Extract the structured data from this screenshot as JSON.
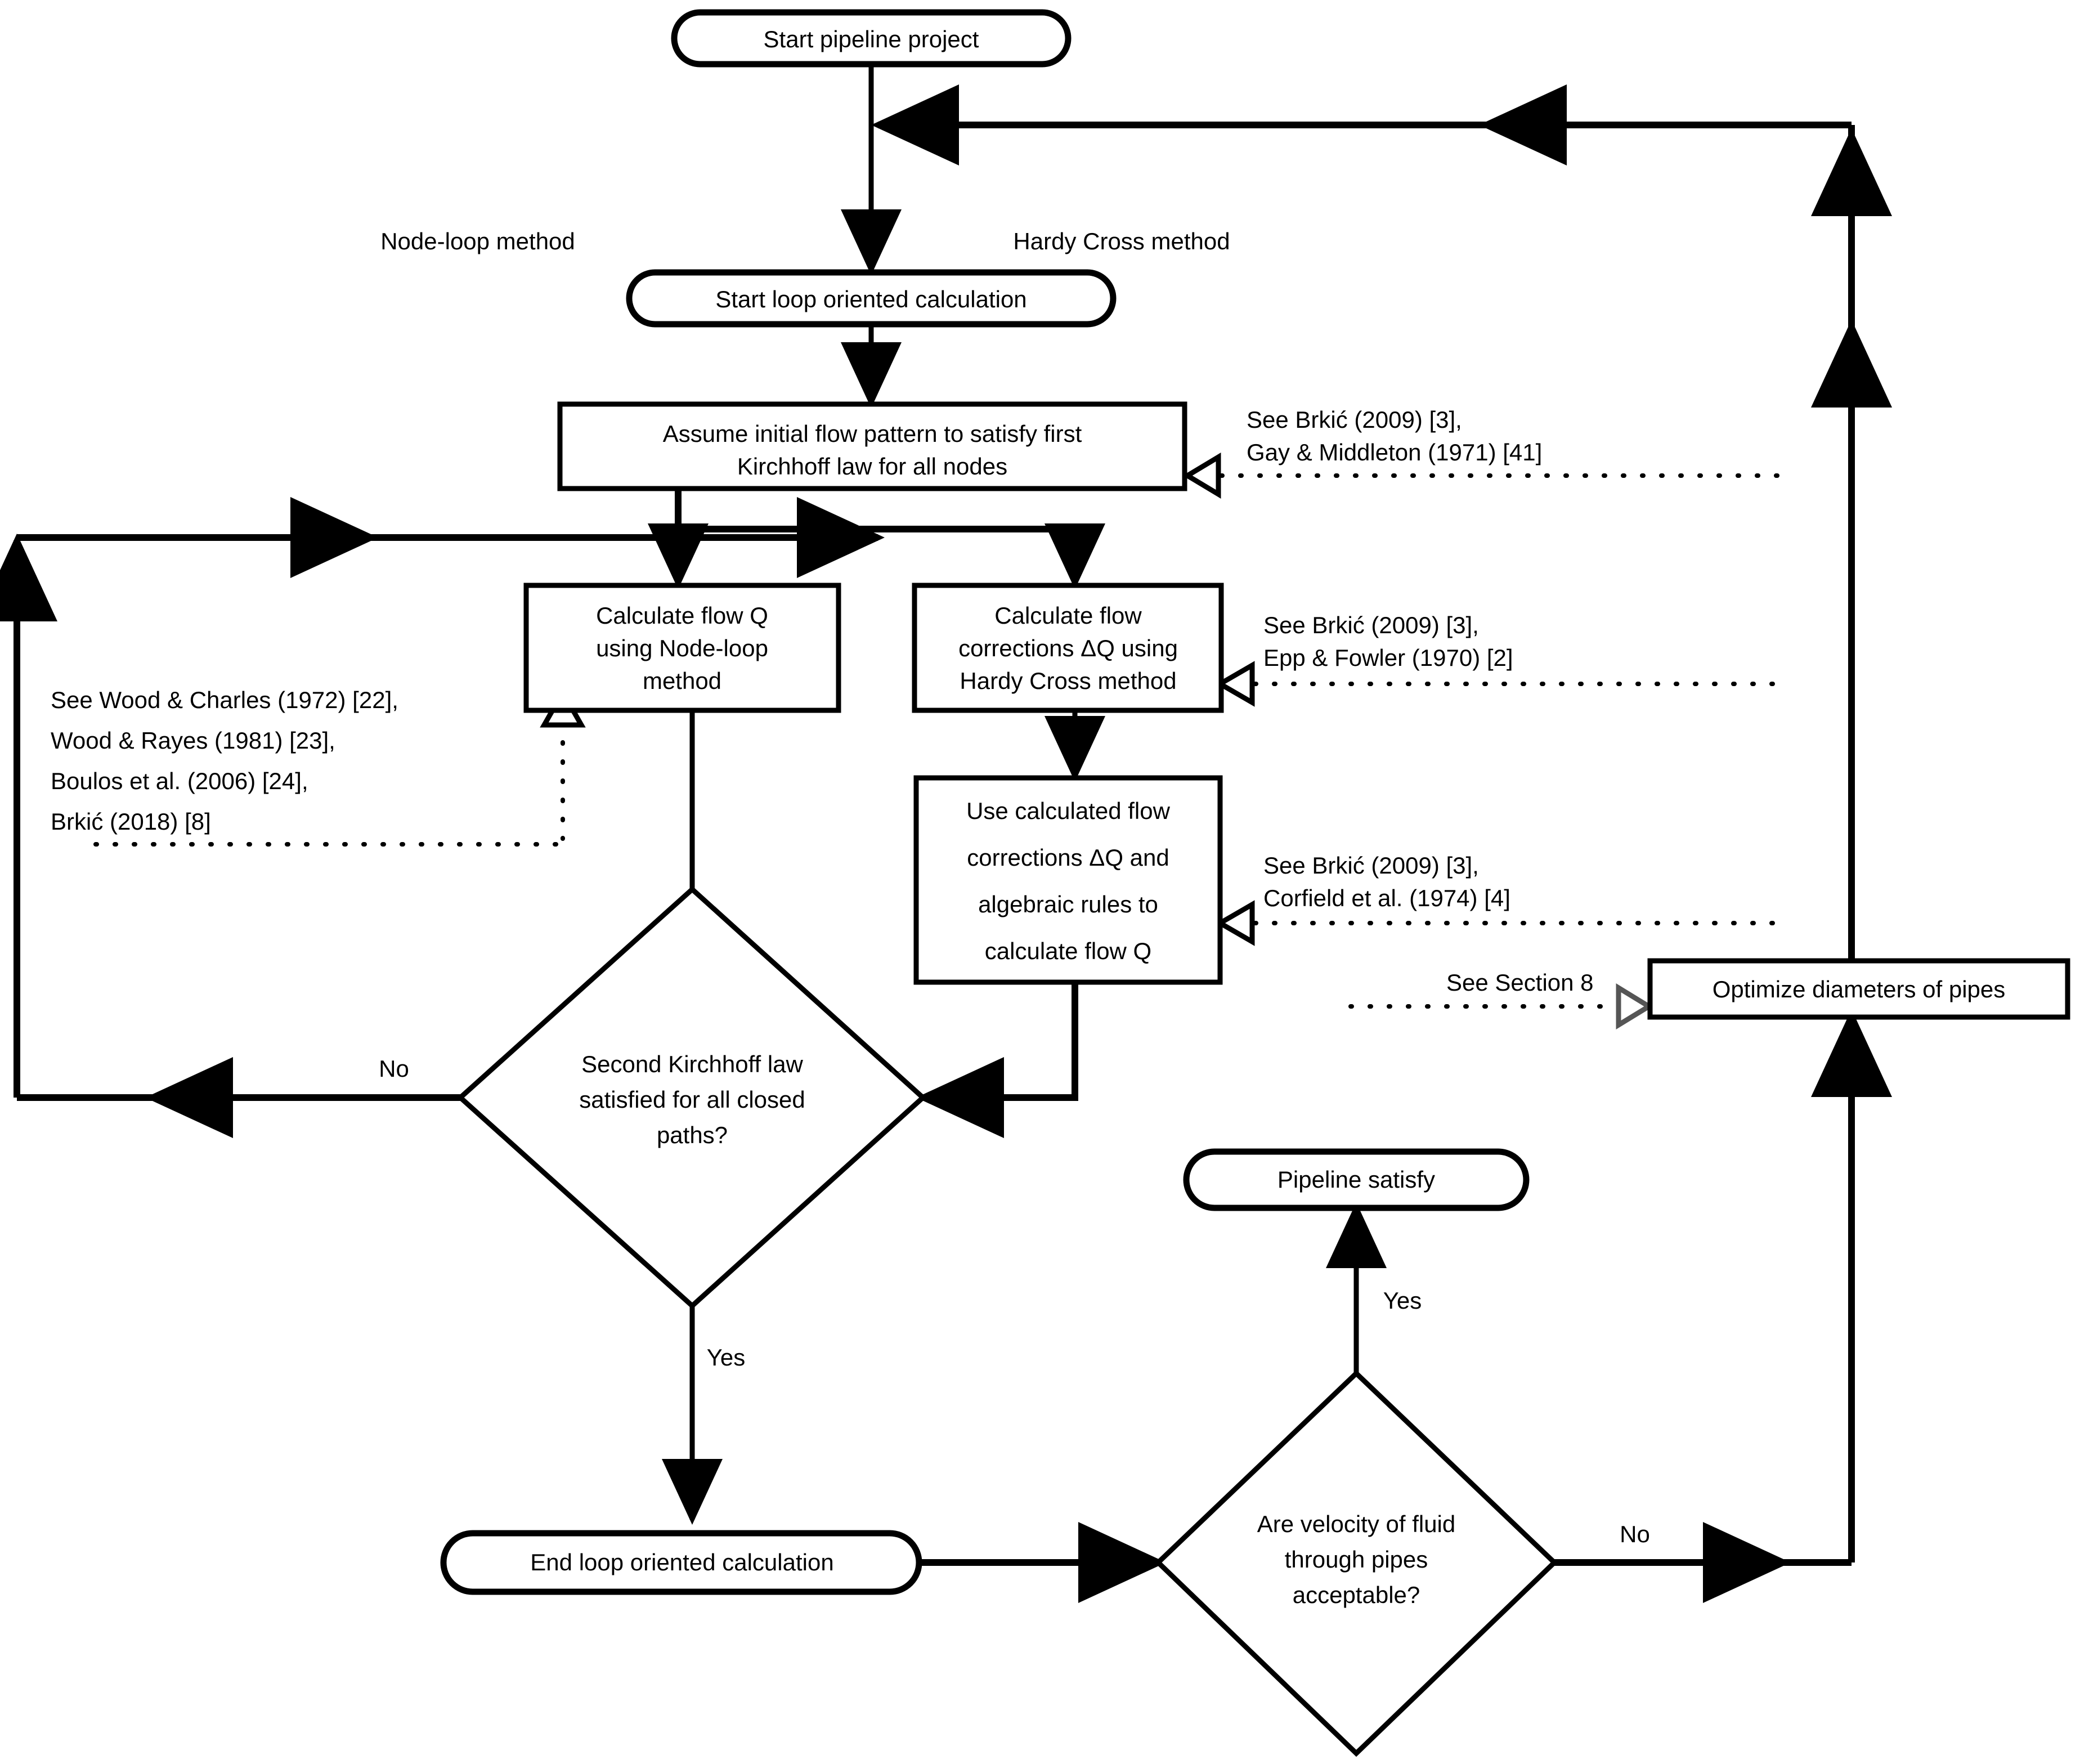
{
  "diagram": {
    "title": "Pipeline network hydraulic calculation flowchart",
    "stroke_color": "#000000",
    "fill_color": "#ffffff",
    "grey_accent": "#555555"
  },
  "nodes": {
    "start_project": {
      "label": "Start pipeline project",
      "shape": "terminator"
    },
    "start_loop": {
      "label": "Start loop oriented calculation",
      "shape": "terminator"
    },
    "assume_flow": {
      "line1": "Assume initial flow pattern to satisfy first",
      "line2": "Kirchhoff law for all nodes",
      "shape": "process"
    },
    "calc_nodeloop": {
      "line1": "Calculate flow Q",
      "line2": "using Node-loop",
      "line3": "method",
      "shape": "process"
    },
    "calc_hardycross": {
      "line1": "Calculate flow",
      "line2": "corrections ΔQ using",
      "line3": "Hardy Cross method",
      "shape": "process"
    },
    "use_corrections": {
      "line1": "Use calculated flow",
      "line2": "corrections ΔQ and",
      "line3": "algebraic rules to",
      "line4": "calculate flow Q",
      "shape": "process"
    },
    "second_kirchhoff": {
      "line1": "Second Kirchhoff law",
      "line2": "satisfied for all closed",
      "line3": "paths?",
      "shape": "decision"
    },
    "end_loop": {
      "label": "End loop oriented calculation",
      "shape": "terminator"
    },
    "velocity_check": {
      "line1": "Are velocity of fluid",
      "line2": "through pipes",
      "line3": "acceptable?",
      "shape": "decision"
    },
    "pipeline_satisfy": {
      "label": "Pipeline satisfy",
      "shape": "terminator"
    },
    "optimize_diameters": {
      "label": "Optimize diameters of pipes",
      "shape": "process"
    }
  },
  "branch_labels": {
    "node_loop_method": "Node-loop method",
    "hardy_cross_method": "Hardy Cross method",
    "kirchhoff_no": "No",
    "kirchhoff_yes": "Yes",
    "velocity_yes": "Yes",
    "velocity_no": "No"
  },
  "annotations": {
    "assume_flow_ref": {
      "line1": "See Brkić (2009) [3],",
      "line2": "Gay & Middleton (1971) [41]"
    },
    "hardy_cross_ref": {
      "line1": "See Brkić (2009) [3],",
      "line2": "Epp & Fowler (1970) [2]"
    },
    "corrections_ref": {
      "line1": "See Brkić (2009) [3],",
      "line2": "Corfield et al. (1974) [4]"
    },
    "node_loop_ref": {
      "line1": "See Wood & Charles (1972) [22],",
      "line2": "Wood & Rayes (1981) [23],",
      "line3": "Boulos et al. (2006) [24],",
      "line4": "Brkić (2018) [8]"
    },
    "section_ref": {
      "line1": "See Section 8"
    }
  }
}
